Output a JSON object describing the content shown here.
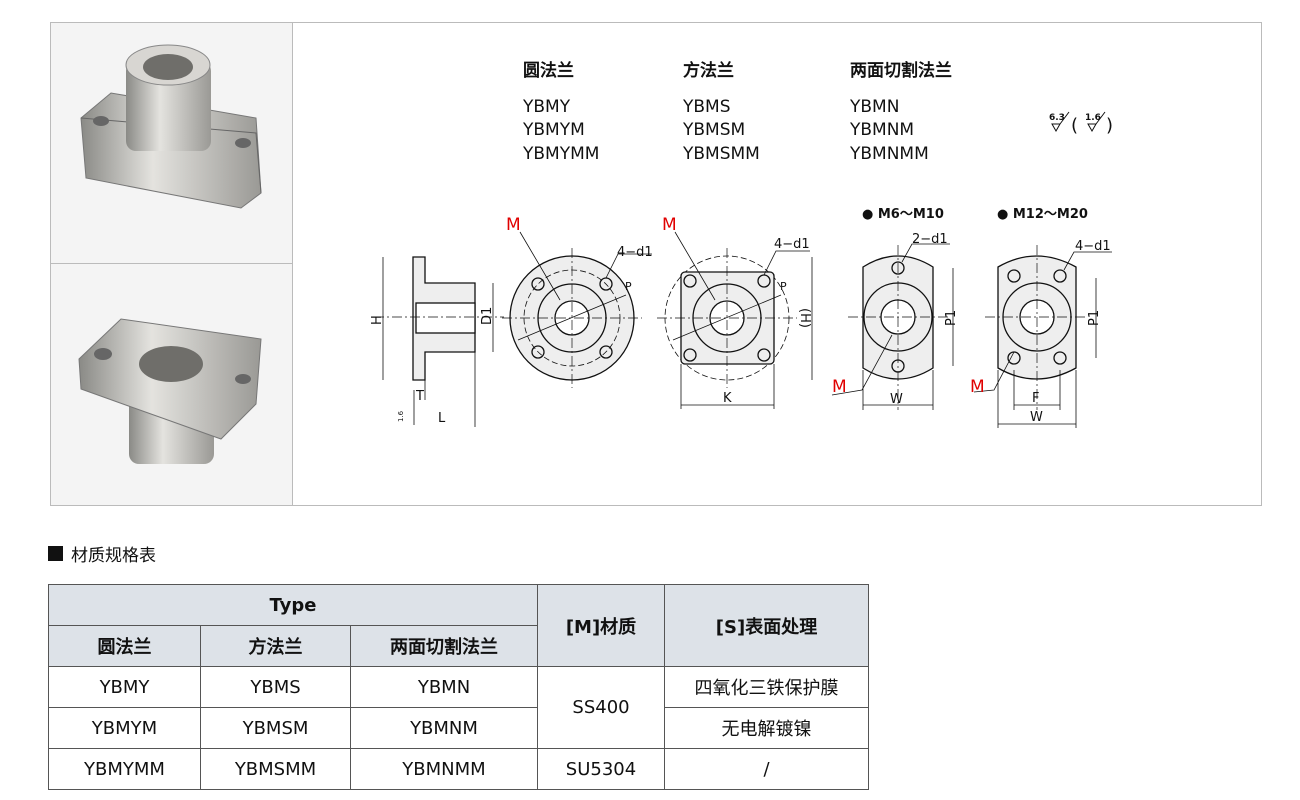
{
  "families": [
    {
      "title": "圆法兰",
      "codes": [
        "YBMY",
        "YBMYM",
        "YBMYMM"
      ]
    },
    {
      "title": "方法兰",
      "codes": [
        "YBMS",
        "YBMSM",
        "YBMSMM"
      ]
    },
    {
      "title": "两面切割法兰",
      "codes": [
        "YBMN",
        "YBMNM",
        "YBMNMM"
      ]
    }
  ],
  "roughness": {
    "main": "6.3",
    "alt": "1.6"
  },
  "drawing": {
    "M": "M",
    "holes4": "4−d1",
    "holes2": "2−d1",
    "H": "H",
    "D1": "D1",
    "T": "T",
    "L": "L",
    "P": "P",
    "K": "K",
    "Hp": "(H)",
    "P1": "P1",
    "W": "W",
    "F": "F",
    "r16": "1.6",
    "range1": "● M6～M10",
    "range2": "● M12～M20"
  },
  "section_title": "材质规格表",
  "table": {
    "type_header": "Type",
    "sub_headers": [
      "圆法兰",
      "方法兰",
      "两面切割法兰"
    ],
    "material_header": "[M]材质",
    "surface_header": "[S]表面处理",
    "rows": [
      [
        "YBMY",
        "YBMS",
        "YBMN"
      ],
      [
        "YBMYM",
        "YBMSM",
        "YBMNM"
      ],
      [
        "YBMYMM",
        "YBMSMM",
        "YBMNMM"
      ]
    ],
    "materials": [
      "SS400",
      "SU5304"
    ],
    "surfaces": [
      "四氧化三铁保护膜",
      "无电解镀镍",
      "/"
    ]
  },
  "colors": {
    "red": "#e00000",
    "header_bg": "#dde2e8"
  }
}
